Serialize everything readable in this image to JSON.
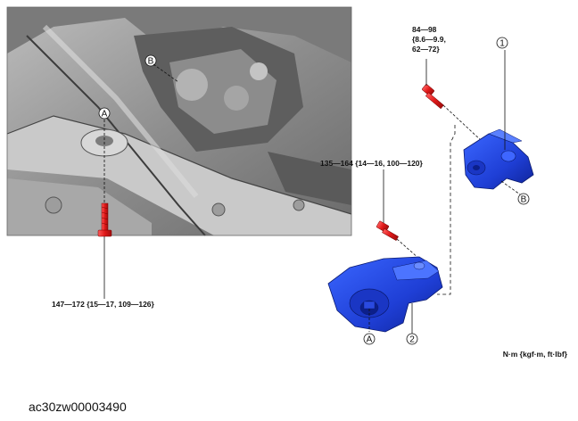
{
  "callouts": {
    "torque_upper_bolt": [
      "84—98",
      "{8.6—9.9,",
      "62—72}"
    ],
    "torque_rear_bolt": "135—164 {14—16, 100—120}",
    "torque_front_bolt": "147—172 {15—17, 109—126}",
    "units": "N·m {kgf·m, ft·lbf}"
  },
  "markers": {
    "a": "A",
    "b": "B",
    "part_1": "1",
    "part_2": "2"
  },
  "figure_id": "ac30zw00003490",
  "colors": {
    "part_blue": "#1f3fd6",
    "bolt_red": "#e01818",
    "photo_gray": "#9a9a9a"
  }
}
